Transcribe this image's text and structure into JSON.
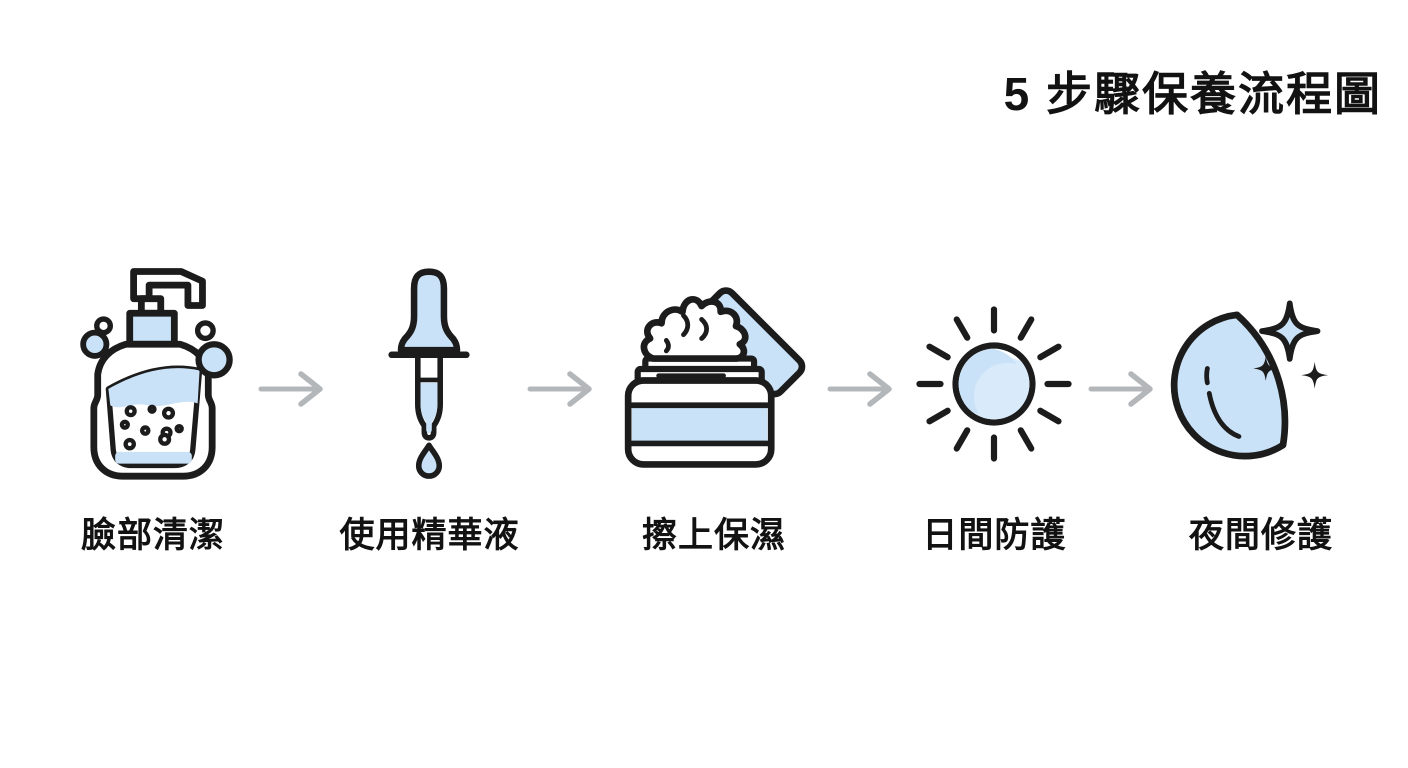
{
  "title": "5 步驟保養流程圖",
  "flow": {
    "steps": [
      {
        "label": "臉部清潔",
        "icon": "cleanser-pump-bottle-icon"
      },
      {
        "label": "使用精華液",
        "icon": "serum-dropper-icon"
      },
      {
        "label": "擦上保濕",
        "icon": "moisturizer-jar-icon"
      },
      {
        "label": "日間防護",
        "icon": "sun-icon"
      },
      {
        "label": "夜間修護",
        "icon": "moon-and-stars-icon"
      }
    ],
    "connector": {
      "icon": "arrow-right-icon"
    }
  },
  "colors": {
    "background": "#ffffff",
    "outline": "#1c1c1c",
    "icon_fill": "#c9e2f7",
    "icon_fill_soft": "#d9ebfa",
    "arrow": "#b3b7ba",
    "text": "#121212"
  }
}
